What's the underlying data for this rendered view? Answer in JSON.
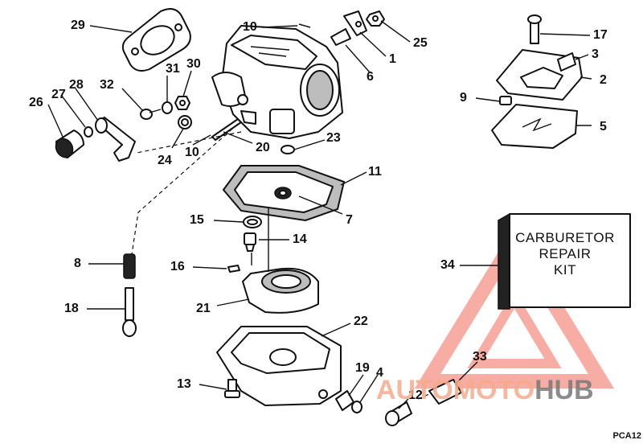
{
  "callouts": {
    "c1": "1",
    "c2": "2",
    "c3": "3",
    "c4": "4",
    "c5": "5",
    "c6": "6",
    "c7": "7",
    "c8": "8",
    "c9": "9",
    "c10a": "10",
    "c10b": "10",
    "c11": "11",
    "c12": "12",
    "c13": "13",
    "c14": "14",
    "c15": "15",
    "c16": "16",
    "c17": "17",
    "c18": "18",
    "c19": "19",
    "c20": "20",
    "c21": "21",
    "c22": "22",
    "c23": "23",
    "c24": "24",
    "c25": "25",
    "c26": "26",
    "c27": "27",
    "c28": "28",
    "c29": "29",
    "c30": "30",
    "c31": "31",
    "c32": "32",
    "c33": "33",
    "c34": "34"
  },
  "kit": {
    "line1": "CARBURETOR",
    "line2": "REPAIR",
    "line3": "KIT"
  },
  "watermark": {
    "part1": "AUTOMOTO",
    "part2": "HUB",
    "logo_color": "#f26a5a",
    "text_color": "#f6aa8c"
  },
  "reference_code": "PCA12"
}
